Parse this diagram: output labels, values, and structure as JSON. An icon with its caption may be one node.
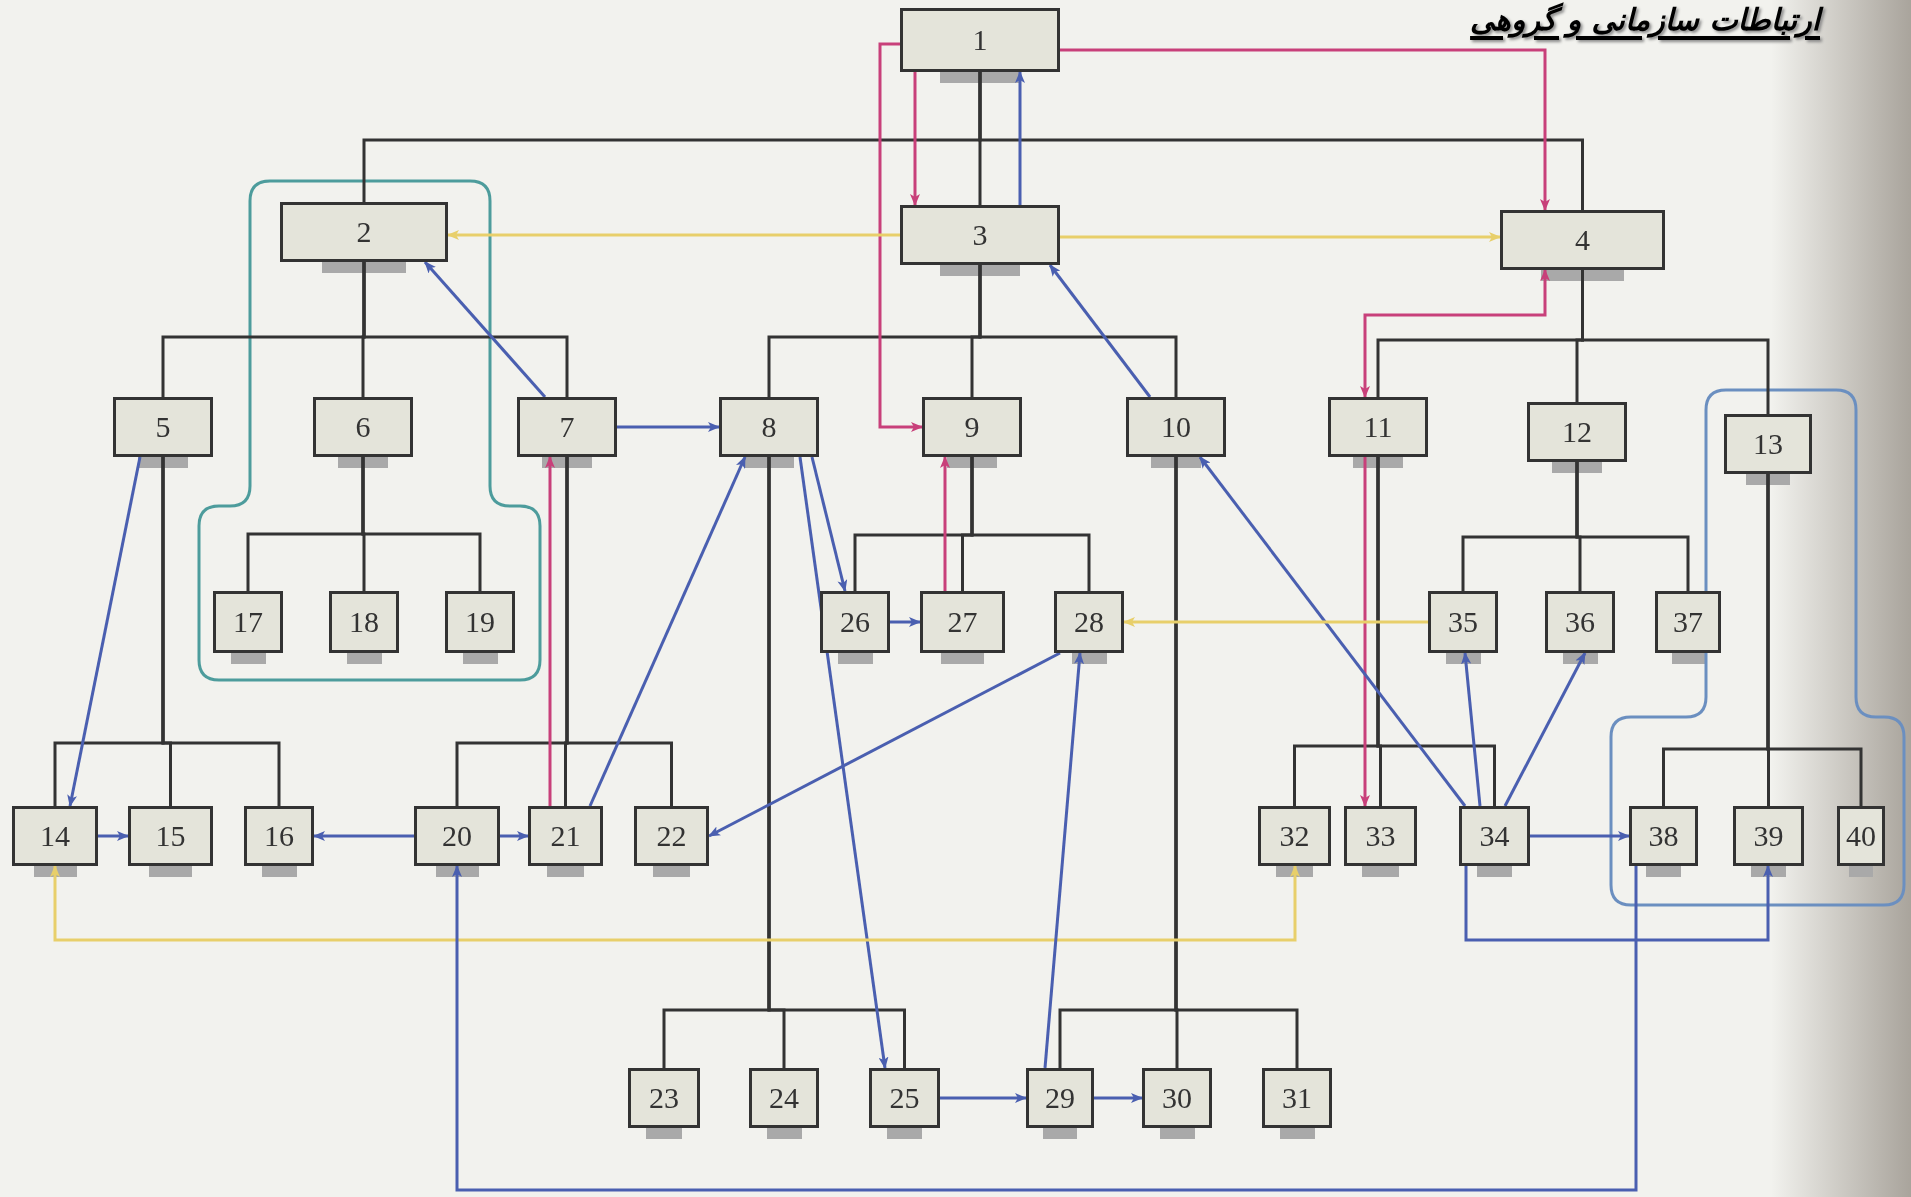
{
  "diagram": {
    "title": "ارتباطات سازمانی و گروهی",
    "nodes": [
      {
        "text": [
          "1"
        ]
      },
      {
        "text": [
          "2"
        ]
      },
      {
        "text": [
          "3"
        ]
      },
      {
        "text": [
          "4"
        ]
      },
      {
        "text": [
          "5"
        ]
      },
      {
        "text": [
          "6"
        ]
      },
      {
        "text": [
          "7"
        ]
      },
      {
        "text": [
          "8"
        ]
      },
      {
        "text": [
          "9"
        ]
      },
      {
        "text": [
          "10"
        ]
      },
      {
        "text": [
          "11"
        ]
      },
      {
        "text": [
          "12"
        ]
      },
      {
        "text": [
          "13"
        ]
      },
      {
        "text": [
          "14"
        ]
      },
      {
        "text": [
          "15"
        ]
      },
      {
        "text": [
          "16"
        ]
      },
      {
        "text": [
          "17"
        ]
      },
      {
        "text": [
          "18"
        ]
      },
      {
        "text": [
          "19"
        ]
      },
      {
        "text": [
          "20"
        ]
      },
      {
        "text": [
          "21"
        ]
      },
      {
        "text": [
          "22"
        ]
      },
      {
        "text": [
          "23"
        ]
      },
      {
        "text": [
          "24"
        ]
      },
      {
        "text": [
          "25"
        ]
      },
      {
        "text": [
          "26"
        ]
      },
      {
        "text": [
          "27"
        ]
      },
      {
        "text": [
          "28"
        ]
      },
      {
        "text": [
          "29"
        ]
      },
      {
        "text": [
          "30"
        ]
      },
      {
        "text": [
          "31"
        ]
      },
      {
        "text": [
          "32"
        ]
      },
      {
        "text": [
          "33"
        ]
      },
      {
        "text": [
          "34"
        ]
      },
      {
        "text": [
          "35"
        ]
      },
      {
        "text": [
          "36"
        ]
      },
      {
        "text": [
          "37"
        ]
      },
      {
        "text": [
          "38"
        ]
      },
      {
        "text": [
          "39"
        ]
      },
      {
        "text": [
          "40"
        ]
      }
    ],
    "edges": [
      {
        "from": 0,
        "to": 1,
        "arrow": "none"
      },
      {
        "from": 0,
        "to": 2,
        "arrow": "none"
      },
      {
        "from": 0,
        "to": 3,
        "arrow": "none"
      },
      {
        "from": 1,
        "to": 4,
        "arrow": "none"
      },
      {
        "from": 1,
        "to": 5,
        "arrow": "none"
      },
      {
        "from": 1,
        "to": 6,
        "arrow": "none"
      },
      {
        "from": 2,
        "to": 7,
        "arrow": "none"
      },
      {
        "from": 2,
        "to": 8,
        "arrow": "none"
      },
      {
        "from": 2,
        "to": 9,
        "arrow": "none"
      },
      {
        "from": 3,
        "to": 10,
        "arrow": "none"
      },
      {
        "from": 3,
        "to": 11,
        "arrow": "none"
      },
      {
        "from": 3,
        "to": 12,
        "arrow": "none"
      },
      {
        "from": 4,
        "to": 13,
        "arrow": "none"
      },
      {
        "from": 4,
        "to": 14,
        "arrow": "none"
      },
      {
        "from": 4,
        "to": 15,
        "arrow": "none"
      },
      {
        "from": 5,
        "to": 16,
        "arrow": "none"
      },
      {
        "from": 5,
        "to": 17,
        "arrow": "none"
      },
      {
        "from": 5,
        "to": 18,
        "arrow": "none"
      },
      {
        "from": 6,
        "to": 19,
        "arrow": "none"
      },
      {
        "from": 6,
        "to": 20,
        "arrow": "none"
      },
      {
        "from": 6,
        "to": 21,
        "arrow": "none"
      },
      {
        "from": 7,
        "to": 22,
        "arrow": "none"
      },
      {
        "from": 7,
        "to": 23,
        "arrow": "none"
      },
      {
        "from": 7,
        "to": 24,
        "arrow": "none"
      },
      {
        "from": 8,
        "to": 25,
        "arrow": "none"
      },
      {
        "from": 8,
        "to": 26,
        "arrow": "none"
      },
      {
        "from": 8,
        "to": 27,
        "arrow": "none"
      },
      {
        "from": 9,
        "to": 28,
        "arrow": "none"
      },
      {
        "from": 9,
        "to": 29,
        "arrow": "none"
      },
      {
        "from": 9,
        "to": 30,
        "arrow": "none"
      },
      {
        "from": 10,
        "to": 31,
        "arrow": "none"
      },
      {
        "from": 10,
        "to": 32,
        "arrow": "none"
      },
      {
        "from": 10,
        "to": 33,
        "arrow": "none"
      },
      {
        "from": 11,
        "to": 34,
        "arrow": "none"
      },
      {
        "from": 11,
        "to": 35,
        "arrow": "none"
      },
      {
        "from": 11,
        "to": 36,
        "arrow": "none"
      },
      {
        "from": 12,
        "to": 37,
        "arrow": "none"
      },
      {
        "from": 12,
        "to": 38,
        "arrow": "none"
      },
      {
        "from": 12,
        "to": 39,
        "arrow": "none"
      },
      {
        "from": 0,
        "to": 2,
        "arrow": "to",
        "color": "#c8407a"
      },
      {
        "from": 0,
        "to": 8,
        "arrow": "to",
        "color": "#c8407a"
      },
      {
        "from": 0,
        "to": 3,
        "arrow": "to",
        "color": "#c8407a"
      },
      {
        "from": 2,
        "to": 0,
        "arrow": "to",
        "color": "#4a5fb0"
      },
      {
        "from": 2,
        "to": 1,
        "arrow": "to",
        "color": "#e8cf6a"
      },
      {
        "from": 2,
        "to": 3,
        "arrow": "to",
        "color": "#e8cf6a"
      },
      {
        "from": 9,
        "to": 2,
        "arrow": "to",
        "color": "#4a5fb0"
      },
      {
        "from": 3,
        "to": 10,
        "arrow": "both",
        "color": "#c8407a"
      },
      {
        "from": 10,
        "to": 32,
        "arrow": "to",
        "color": "#c8407a"
      },
      {
        "from": 26,
        "to": 8,
        "arrow": "to",
        "color": "#c8407a"
      },
      {
        "from": 20,
        "to": 6,
        "arrow": "to",
        "color": "#c8407a"
      },
      {
        "from": 6,
        "to": 1,
        "arrow": "to",
        "color": "#4a5fb0"
      },
      {
        "from": 6,
        "to": 7,
        "arrow": "to",
        "color": "#4a5fb0"
      },
      {
        "from": 4,
        "to": 13,
        "arrow": "to",
        "color": "#4a5fb0"
      },
      {
        "from": 13,
        "to": 14,
        "arrow": "to",
        "color": "#4a5fb0"
      },
      {
        "from": 19,
        "to": 15,
        "arrow": "to",
        "color": "#4a5fb0"
      },
      {
        "from": 19,
        "to": 20,
        "arrow": "to",
        "color": "#4a5fb0"
      },
      {
        "from": 20,
        "to": 7,
        "arrow": "to",
        "color": "#4a5fb0"
      },
      {
        "from": 7,
        "to": 25,
        "arrow": "to",
        "color": "#4a5fb0"
      },
      {
        "from": 7,
        "to": 24,
        "arrow": "to",
        "color": "#4a5fb0"
      },
      {
        "from": 25,
        "to": 26,
        "arrow": "to",
        "color": "#4a5fb0"
      },
      {
        "from": 27,
        "to": 21,
        "arrow": "to",
        "color": "#4a5fb0"
      },
      {
        "from": 33,
        "to": 9,
        "arrow": "to",
        "color": "#4a5fb0"
      },
      {
        "from": 33,
        "to": 34,
        "arrow": "to",
        "color": "#4a5fb0"
      },
      {
        "from": 33,
        "to": 35,
        "arrow": "to",
        "color": "#4a5fb0"
      },
      {
        "from": 33,
        "to": 37,
        "arrow": "to",
        "color": "#4a5fb0"
      },
      {
        "from": 33,
        "to": 38,
        "arrow": "to",
        "color": "#4a5fb0"
      },
      {
        "from": 34,
        "to": 27,
        "arrow": "to",
        "color": "#e8cf6a"
      },
      {
        "from": 31,
        "to": 13,
        "arrow": "both",
        "color": "#e8cf6a"
      },
      {
        "from": 24,
        "to": 28,
        "arrow": "to",
        "color": "#4a5fb0"
      },
      {
        "from": 28,
        "to": 29,
        "arrow": "to",
        "color": "#4a5fb0"
      },
      {
        "from": 28,
        "to": 27,
        "arrow": "to",
        "color": "#4a5fb0"
      },
      {
        "from": 37,
        "to": 19,
        "arrow": "to",
        "color": "#4a5fb0"
      }
    ]
  }
}
